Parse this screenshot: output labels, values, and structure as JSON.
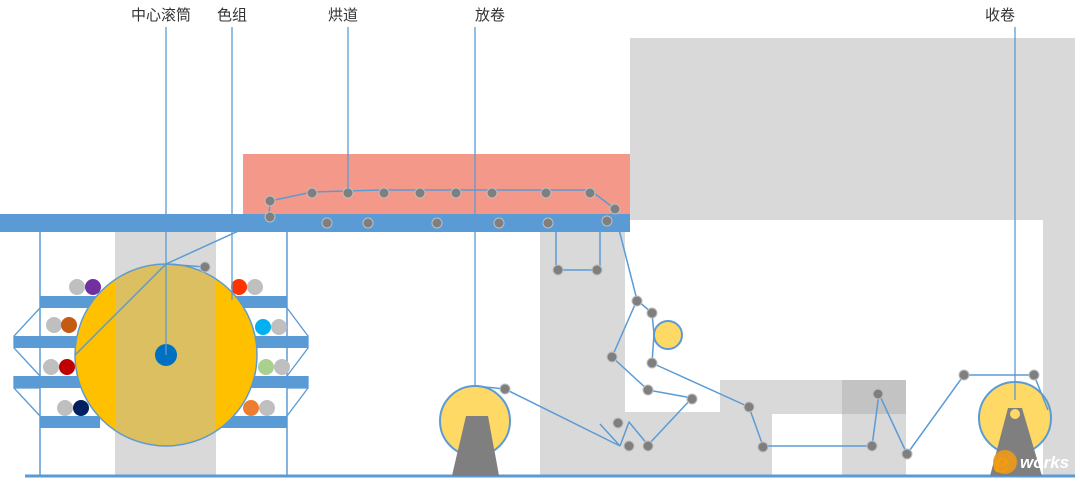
{
  "labels": {
    "center_drum": "中心滚筒",
    "color_group": "色组",
    "dryer": "烘道",
    "unwind": "放卷",
    "rewind": "收卷"
  },
  "watermark": {
    "prefix": "e",
    "text": "works"
  },
  "colors": {
    "beam_blue": "#5b9bd5",
    "line_blue": "#5b9bd5",
    "drum_gold": "#ffc000",
    "drum_tan": "#dcbf60",
    "drum_hub": "#0070c0",
    "dryer_salmon": "#f4998a",
    "roll_yellow": "#ffd966",
    "frame_gray": "#d9d9d9",
    "stand_gray": "#7f7f7f",
    "roller_gray": "#7f7f7f",
    "ink_purple": "#7030a0",
    "ink_brown": "#c55a11",
    "ink_red": "#c00000",
    "ink_navy": "#002060",
    "ink_orange_red": "#ff3300",
    "ink_cyan": "#00b0f0",
    "ink_light_green": "#a9d18e",
    "ink_orange": "#ed7d31"
  }
}
